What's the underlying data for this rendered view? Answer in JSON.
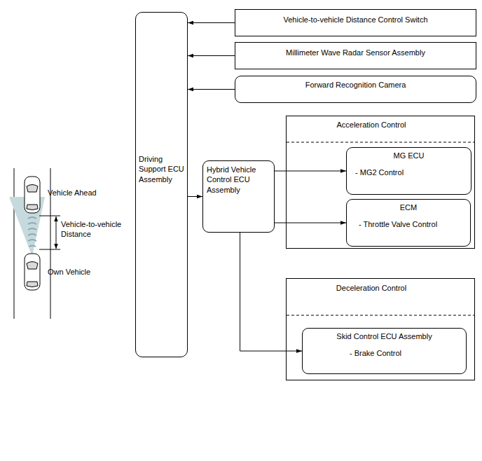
{
  "diagram": {
    "nodes": [
      {
        "text": [
          "Vehicle-to-vehicle Distance Control Switch"
        ]
      },
      {
        "text": [
          "Millimeter Wave Radar Sensor Assembly"
        ]
      },
      {
        "text": [
          "Forward Recognition Camera"
        ]
      },
      {
        "text": [
          "Driving Support ECU Assembly"
        ]
      },
      {
        "text": [
          "Hybrid Vehicle Control ECU Assembly"
        ]
      },
      {
        "text": [
          "Acceleration Control"
        ]
      },
      {
        "text": [
          "MG ECU",
          "- MG2 Control"
        ],
        "in": 5
      },
      {
        "text": [
          "ECM",
          "- Throttle Valve Control"
        ],
        "in": 5
      },
      {
        "text": [
          "Deceleration Control"
        ]
      },
      {
        "text": [
          "Skid Control ECU Assembly",
          "- Brake Control"
        ],
        "in": 8
      }
    ],
    "edges": [
      {
        "from": 0,
        "to": 3,
        "arrow": "to"
      },
      {
        "from": 1,
        "to": 3,
        "arrow": "to"
      },
      {
        "from": 2,
        "to": 3,
        "arrow": "to"
      },
      {
        "from": 3,
        "to": 4,
        "arrow": "to"
      },
      {
        "from": 4,
        "to": 6,
        "arrow": "to"
      },
      {
        "from": 4,
        "to": 7,
        "arrow": "to"
      },
      {
        "from": 4,
        "to": 9,
        "arrow": "to"
      }
    ],
    "labels": [
      "Vehicle Ahead",
      "Vehicle-to-vehicle Distance",
      "Own Vehicle"
    ]
  }
}
